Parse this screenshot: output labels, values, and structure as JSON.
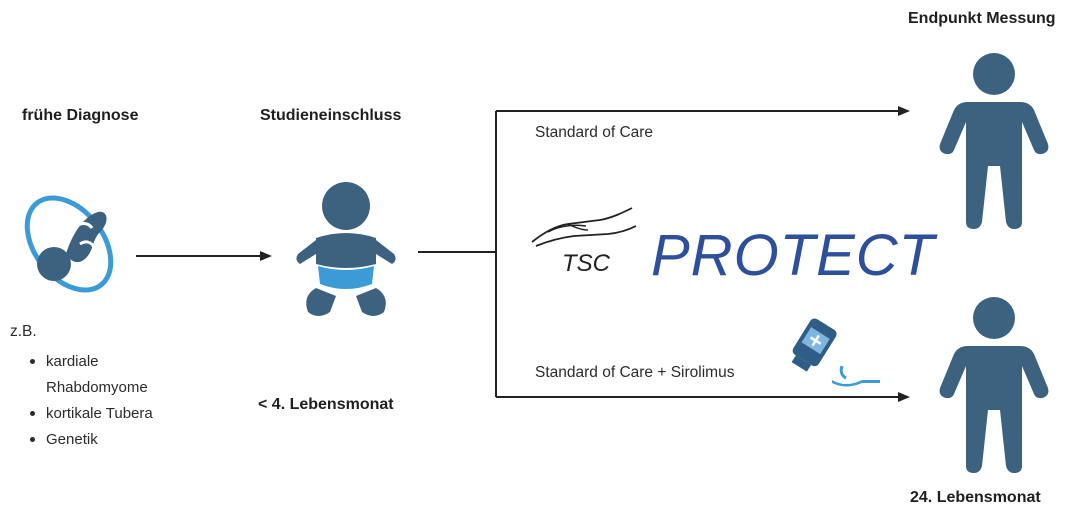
{
  "headings": {
    "early_diagnosis": "frühe Diagnose",
    "study_inclusion": "Studieneinschluss",
    "endpoint": "Endpunkt Messung"
  },
  "examples": {
    "intro": "z.B.",
    "items": [
      "kardiale",
      "Rhabdomyome",
      "kortikale Tubera",
      "Genetik"
    ]
  },
  "timepoints": {
    "inclusion": "< 4. Lebensmonat",
    "endpoint": "24. Lebensmonat"
  },
  "arms": {
    "control": "Standard of Care",
    "treatment": "Standard of Care + Sirolimus"
  },
  "logo": {
    "tsc": "TSC",
    "protect": "PROTECT"
  },
  "colors": {
    "figure": "#3d6280",
    "accent_blue": "#3a9bd6",
    "protect_blue": "#2e4f9a",
    "arrow": "#222222"
  },
  "icons": {
    "fetus": "fetus-icon",
    "baby": "baby-icon",
    "person": "person-icon",
    "medicine": "medicine-bottle-icon",
    "hand": "hand-logo-icon"
  }
}
